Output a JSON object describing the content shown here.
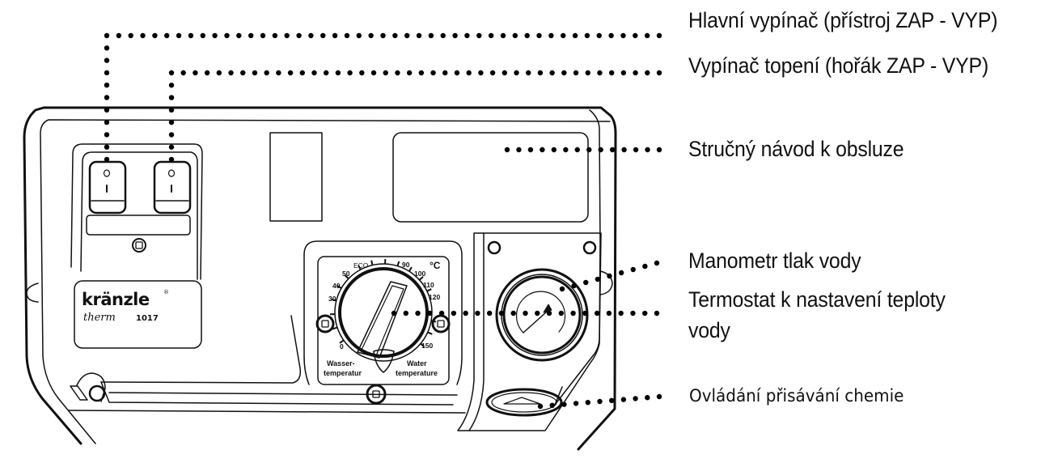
{
  "callouts": [
    {
      "id": "main-switch",
      "text": "Hlavní vypínač (přístroj ZAP - VYP)"
    },
    {
      "id": "heating-switch",
      "text": "Vypínač topení (hořák ZAP - VYP)"
    },
    {
      "id": "quick-guide",
      "text": "Stručný návod k obsluze"
    },
    {
      "id": "pressure-gauge",
      "text": "Manometr tlak vody"
    },
    {
      "id": "thermostat",
      "line1": "Termostat k nastavení teploty",
      "line2": "vody"
    },
    {
      "id": "chemical-intake",
      "text": "Ovládání přisávání chemie"
    }
  ],
  "device": {
    "brand": "kränzle",
    "brand_mark": "®",
    "model_script": "therm",
    "model_number": "1017",
    "switch_symbols": {
      "off": "O",
      "on": "I"
    }
  },
  "thermostat_dial": {
    "unit": "°C",
    "eco_label": "ECO",
    "scale_labels": [
      "0",
      "30",
      "40",
      "50",
      "90",
      "100",
      "110",
      "120",
      "150"
    ],
    "label_de_line1": "Wasser-",
    "label_de_line2": "temperatur",
    "label_en_line1": "Water",
    "label_en_line2": "temperature"
  },
  "colors": {
    "ink": "#111111",
    "background": "#ffffff"
  }
}
